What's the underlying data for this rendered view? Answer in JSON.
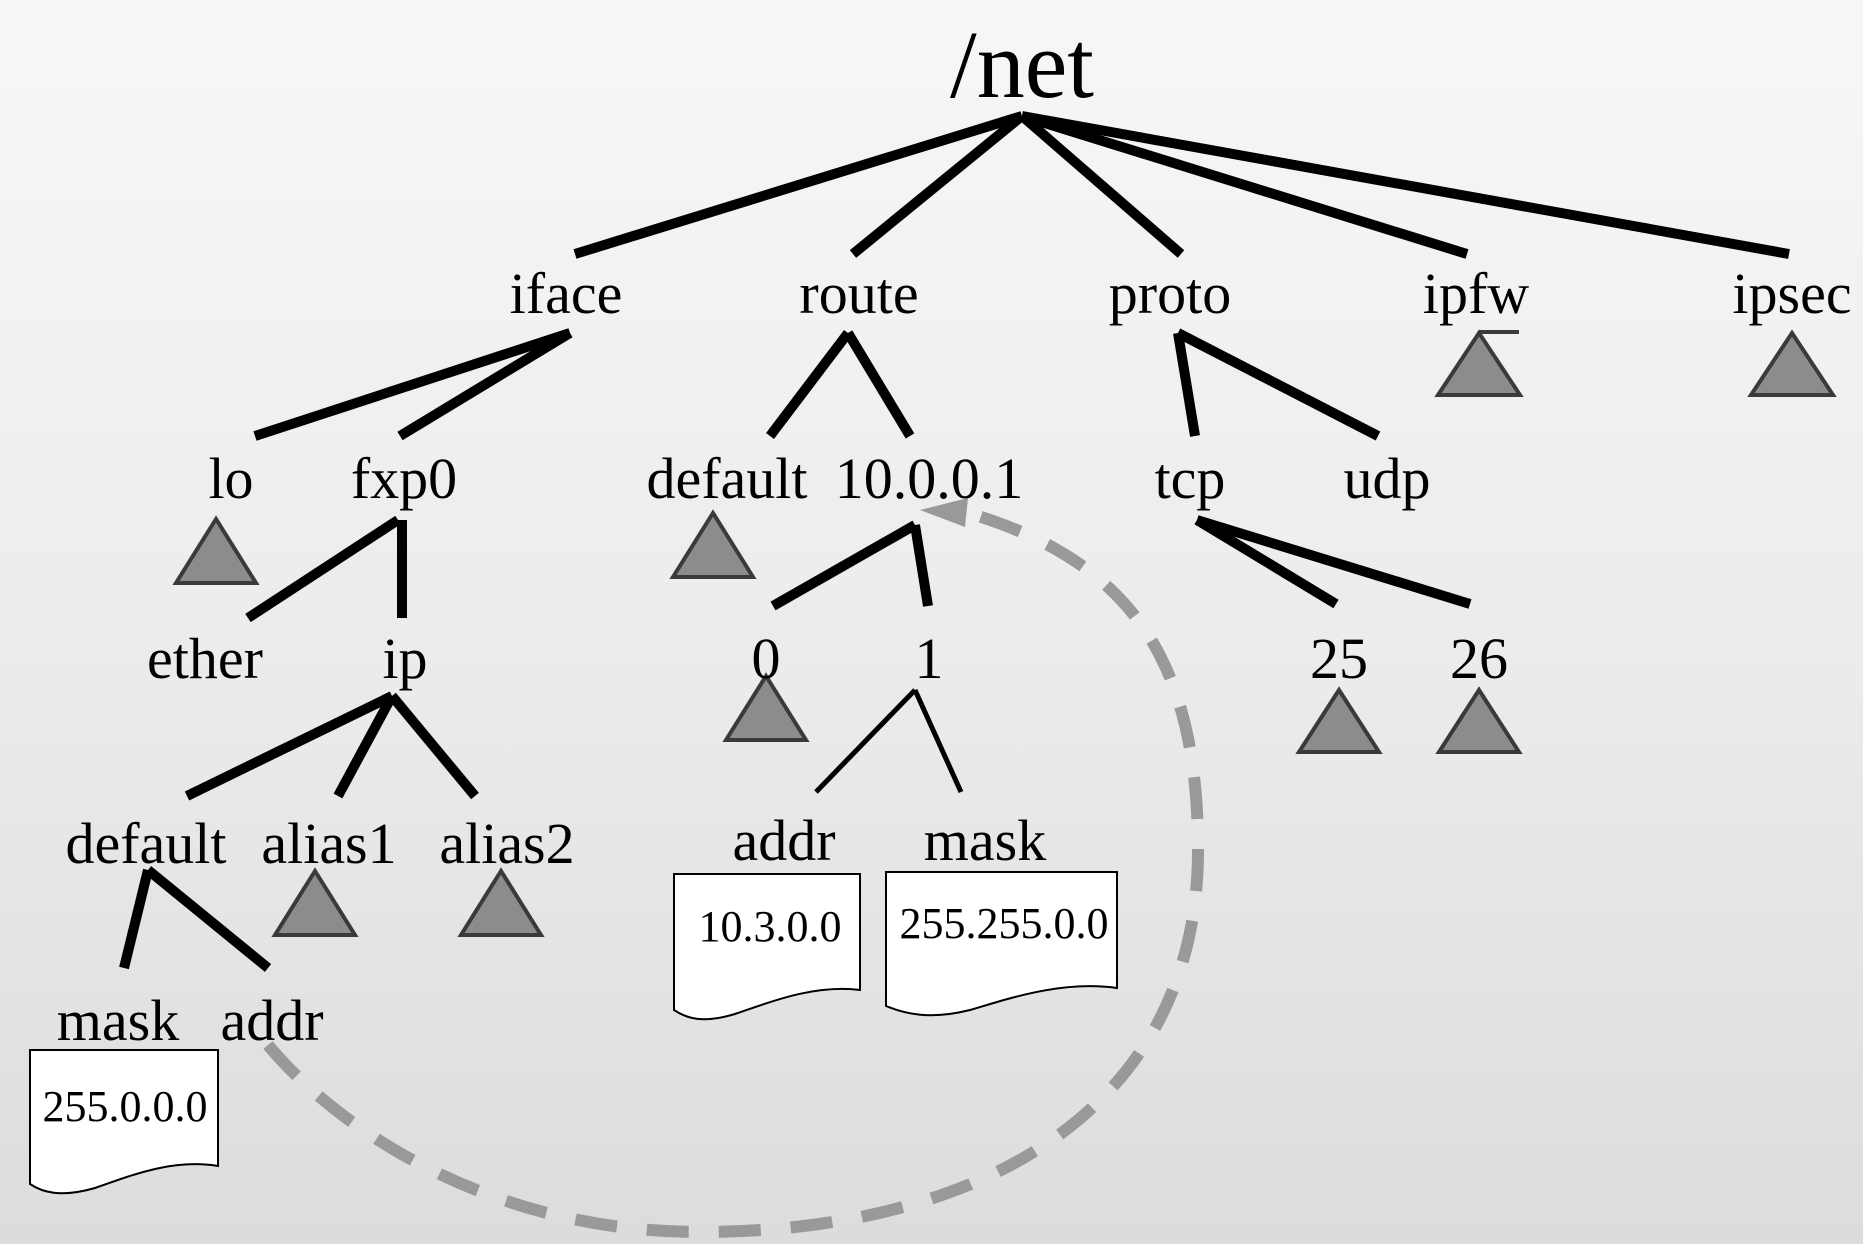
{
  "tree": {
    "root": "/net",
    "level1": [
      "iface",
      "route",
      "proto",
      "ipfw",
      "ipsec"
    ],
    "iface_children": [
      "lo",
      "fxp0"
    ],
    "fxp0_children": [
      "ether",
      "ip"
    ],
    "ip_children": [
      "default",
      "alias1",
      "alias2"
    ],
    "ip_default_children": [
      "mask",
      "addr"
    ],
    "route_children": [
      "default",
      "10.0.0.1"
    ],
    "route_entry_children": [
      "0",
      "1"
    ],
    "route_entry1_children": [
      "addr",
      "mask"
    ],
    "proto_children": [
      "tcp",
      "udp"
    ],
    "tcp_children": [
      "25",
      "26"
    ]
  },
  "values": {
    "ip_default_mask": "255.0.0.0",
    "route_addr": "10.3.0.0",
    "route_mask": "255.255.0.0"
  },
  "colors": {
    "edge": "#000000",
    "subtree_triangle": "#8c8c8c",
    "reference_link": "#999999"
  }
}
